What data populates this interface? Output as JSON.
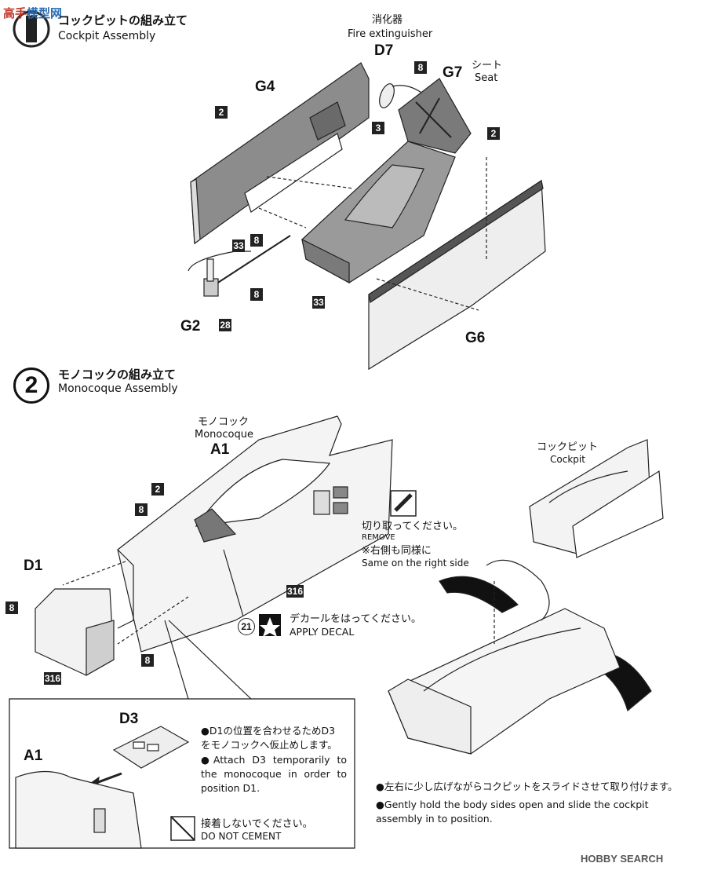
{
  "watermark_top": {
    "cn": "高手",
    "latin": "模型网"
  },
  "watermark_bottom": "HOBBY SEARCH",
  "step1": {
    "title_jp": "コックピットの組み立て",
    "title_en": "Cockpit Assembly",
    "parts": {
      "g4": "G4",
      "g7": "G7",
      "g6": "G6",
      "g2": "G2",
      "d7": "D7",
      "fire_jp": "消化器",
      "fire_en": "Fire extinguisher",
      "seat_jp": "シート",
      "seat_en": "Seat"
    },
    "color_codes": {
      "c2a": "2",
      "c8a": "8",
      "c3": "3",
      "c2b": "2",
      "c33a": "33",
      "c8b": "8",
      "c8c": "8",
      "c28": "28",
      "c33b": "33"
    }
  },
  "step2": {
    "number": "2",
    "title_jp": "モノコックの組み立て",
    "title_en": "Monocoque Assembly",
    "parts": {
      "a1": "A1",
      "mono_jp": "モノコック",
      "mono_en": "Monocoque",
      "d1": "D1",
      "cockpit_jp": "コックピット",
      "cockpit_en": "Cockpit",
      "d3": "D3",
      "a1_inset": "A1"
    },
    "color_codes": {
      "c2": "2",
      "c8a": "8",
      "c316a": "316",
      "c8b": "8",
      "c8c": "8",
      "c316b": "316"
    },
    "decal_no": "21",
    "remove_jp": "切り取ってください。",
    "remove_en": "REMOVE",
    "same_jp": "※右側も同様に",
    "same_en": "Same on the right side",
    "decal_jp": "デカールをはってください。",
    "decal_en": "APPLY DECAL",
    "inset_note1_jp": "●D1の位置を合わせるためD3 をモノコックへ仮止めします。",
    "inset_note1_en": "●Attach D3 temporarily to the monocoque in order to position D1.",
    "no_cement_jp": "接着しないでください。",
    "no_cement_en": "DO NOT CEMENT",
    "slide_jp": "●左右に少し広げながらコクピットをスライドさせて取り付けます。",
    "slide_en": "●Gently hold the body sides open and slide the cockpit assembly in to position."
  }
}
